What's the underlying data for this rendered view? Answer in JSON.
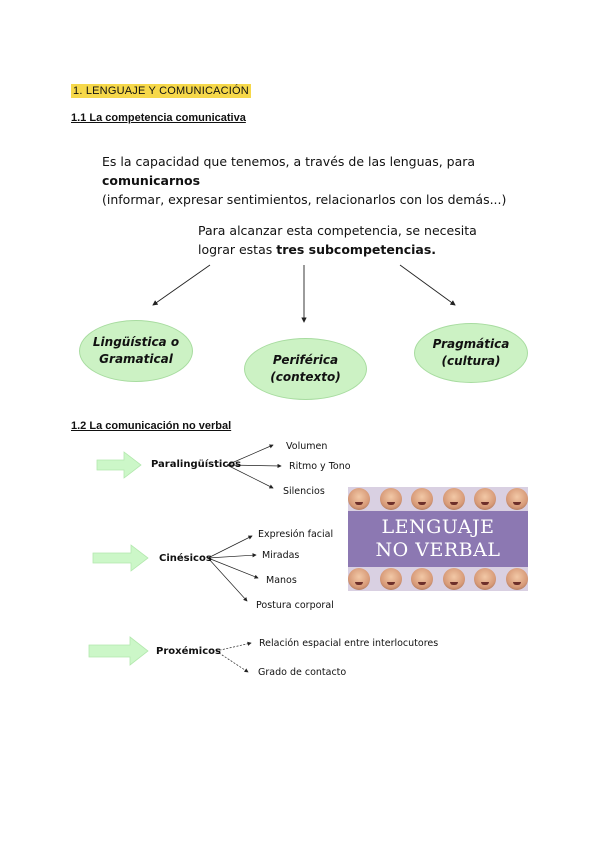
{
  "section": {
    "title": "1. LENGUAJE Y COMUNICACIÓN"
  },
  "subsection1": {
    "title": "1.1 La competencia comunicativa",
    "intro_before": "Es la capacidad que tenemos, a través de las lenguas, para ",
    "intro_bold": "comunicarnos",
    "intro_line2": "(informar, expresar sentimientos, relacionarlos con los demás...)",
    "lead_line1": "Para alcanzar esta competencia, se necesita",
    "lead_line2_before": "lograr estas ",
    "lead_line2_bold": "tres subcompetencias.",
    "subcompetencias": [
      {
        "label": "Lingüística o\nGramatical"
      },
      {
        "label": "Periférica\n(contexto)"
      },
      {
        "label": "Pragmática\n(cultura)"
      }
    ]
  },
  "subsection2": {
    "title": "1.2 La comunicación no verbal",
    "groups": [
      {
        "label": "Paralingüísticos",
        "items": [
          "Volumen",
          "Ritmo y Tono",
          "Silencios"
        ]
      },
      {
        "label": "Cinésicos",
        "items": [
          "Expresión facial",
          "Miradas",
          "Manos",
          "Postura corporal"
        ]
      },
      {
        "label": "Proxémicos",
        "items": [
          "Relación espacial entre interlocutores",
          "Grado de contacto"
        ]
      }
    ],
    "image": {
      "line1": "LENGUAJE",
      "line2": "NO VERBAL"
    }
  },
  "colors": {
    "highlight": "#f6d84a",
    "ellipse_fill": "#ccf2c4",
    "arrow_fill": "#ccf7c8",
    "image_band": "#8c78b2"
  }
}
